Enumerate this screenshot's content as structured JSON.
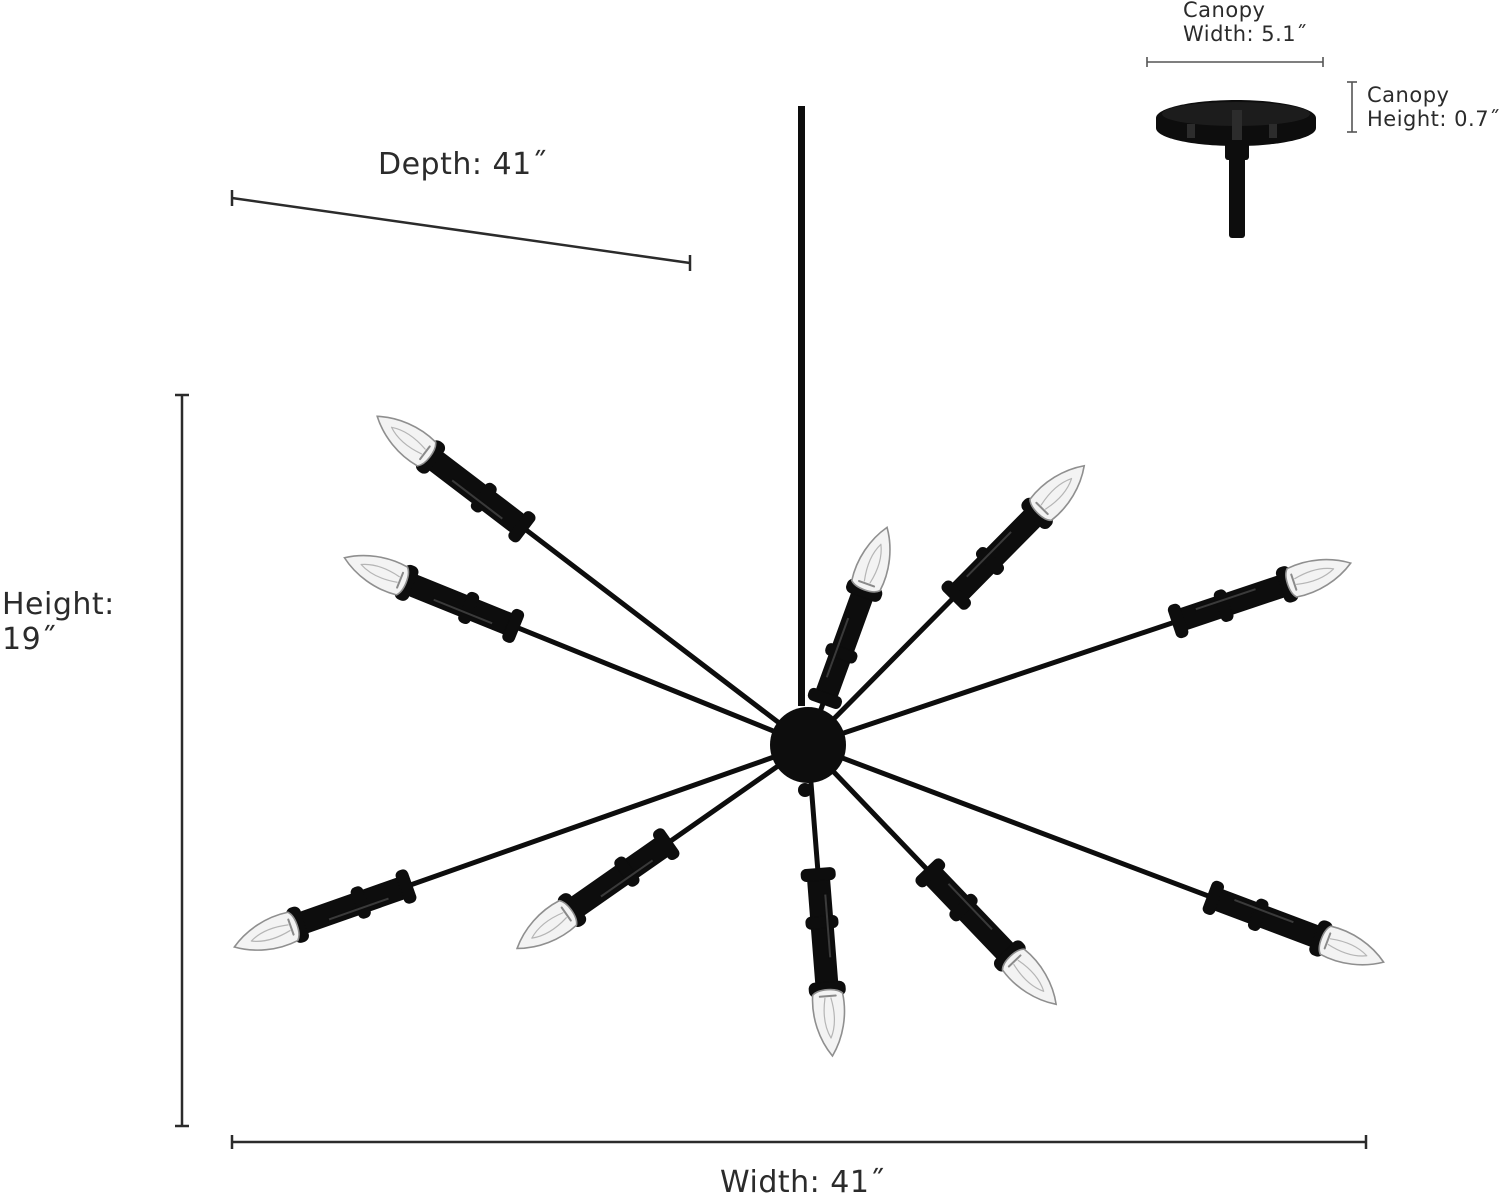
{
  "dimensions": {
    "depth": "Depth: 41˝",
    "height_line1": "Height:",
    "height_line2": "19˝",
    "width": "Width: 41˝",
    "canopy_width_line1": "Canopy",
    "canopy_width_line2": "Width: 5.1˝",
    "canopy_height_line1": "Canopy",
    "canopy_height_line2": "Height: 0.7˝"
  },
  "colors": {
    "fixture": "#0d0d0d",
    "dimension_line": "#2b2b2b",
    "bulb_fill": "#f2f2f2",
    "bulb_stroke": "#9a9a9a"
  },
  "icons": [
    "sputnik-chandelier-icon",
    "canopy-icon",
    "light-bulb-icon"
  ]
}
